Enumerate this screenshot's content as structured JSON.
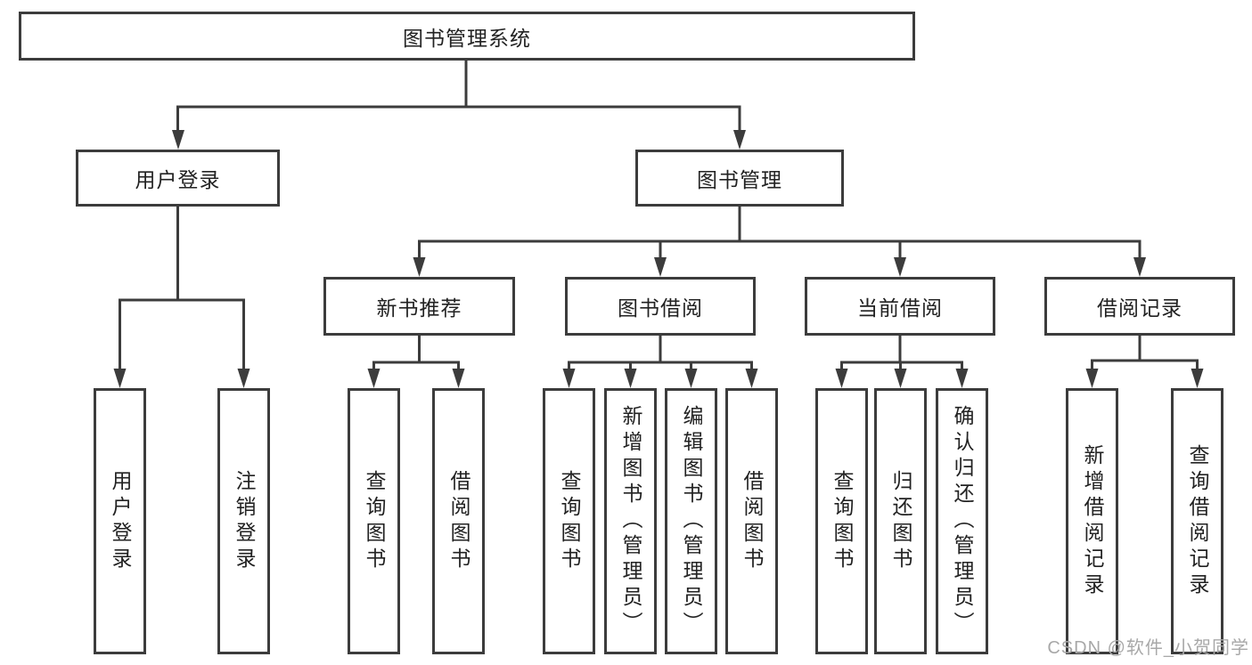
{
  "tree": {
    "root": {
      "label": "图书管理系统"
    },
    "branches": [
      {
        "label": "用户登录",
        "children": [
          {
            "label": "用户登录"
          },
          {
            "label": "注销登录"
          }
        ]
      },
      {
        "label": "图书管理",
        "children": [
          {
            "label": "新书推荐",
            "children": [
              {
                "label": "查询图书"
              },
              {
                "label": "借阅图书"
              }
            ]
          },
          {
            "label": "图书借阅",
            "children": [
              {
                "label": "查询图书"
              },
              {
                "label": "新增图书（管理员）"
              },
              {
                "label": "编辑图书（管理员）"
              },
              {
                "label": "借阅图书"
              }
            ]
          },
          {
            "label": "当前借阅",
            "children": [
              {
                "label": "查询图书"
              },
              {
                "label": "归还图书"
              },
              {
                "label": "确认归还（管理员）"
              }
            ]
          },
          {
            "label": "借阅记录",
            "children": [
              {
                "label": "新增借阅记录"
              },
              {
                "label": "查询借阅记录"
              }
            ]
          }
        ]
      }
    ]
  },
  "watermark": "CSDN @软件_小贺同学",
  "colors": {
    "line": "#3c3c3c",
    "box_border": "#3c3c3c",
    "text": "#222222",
    "watermark": "#a8a8a8",
    "background": "#ffffff"
  }
}
